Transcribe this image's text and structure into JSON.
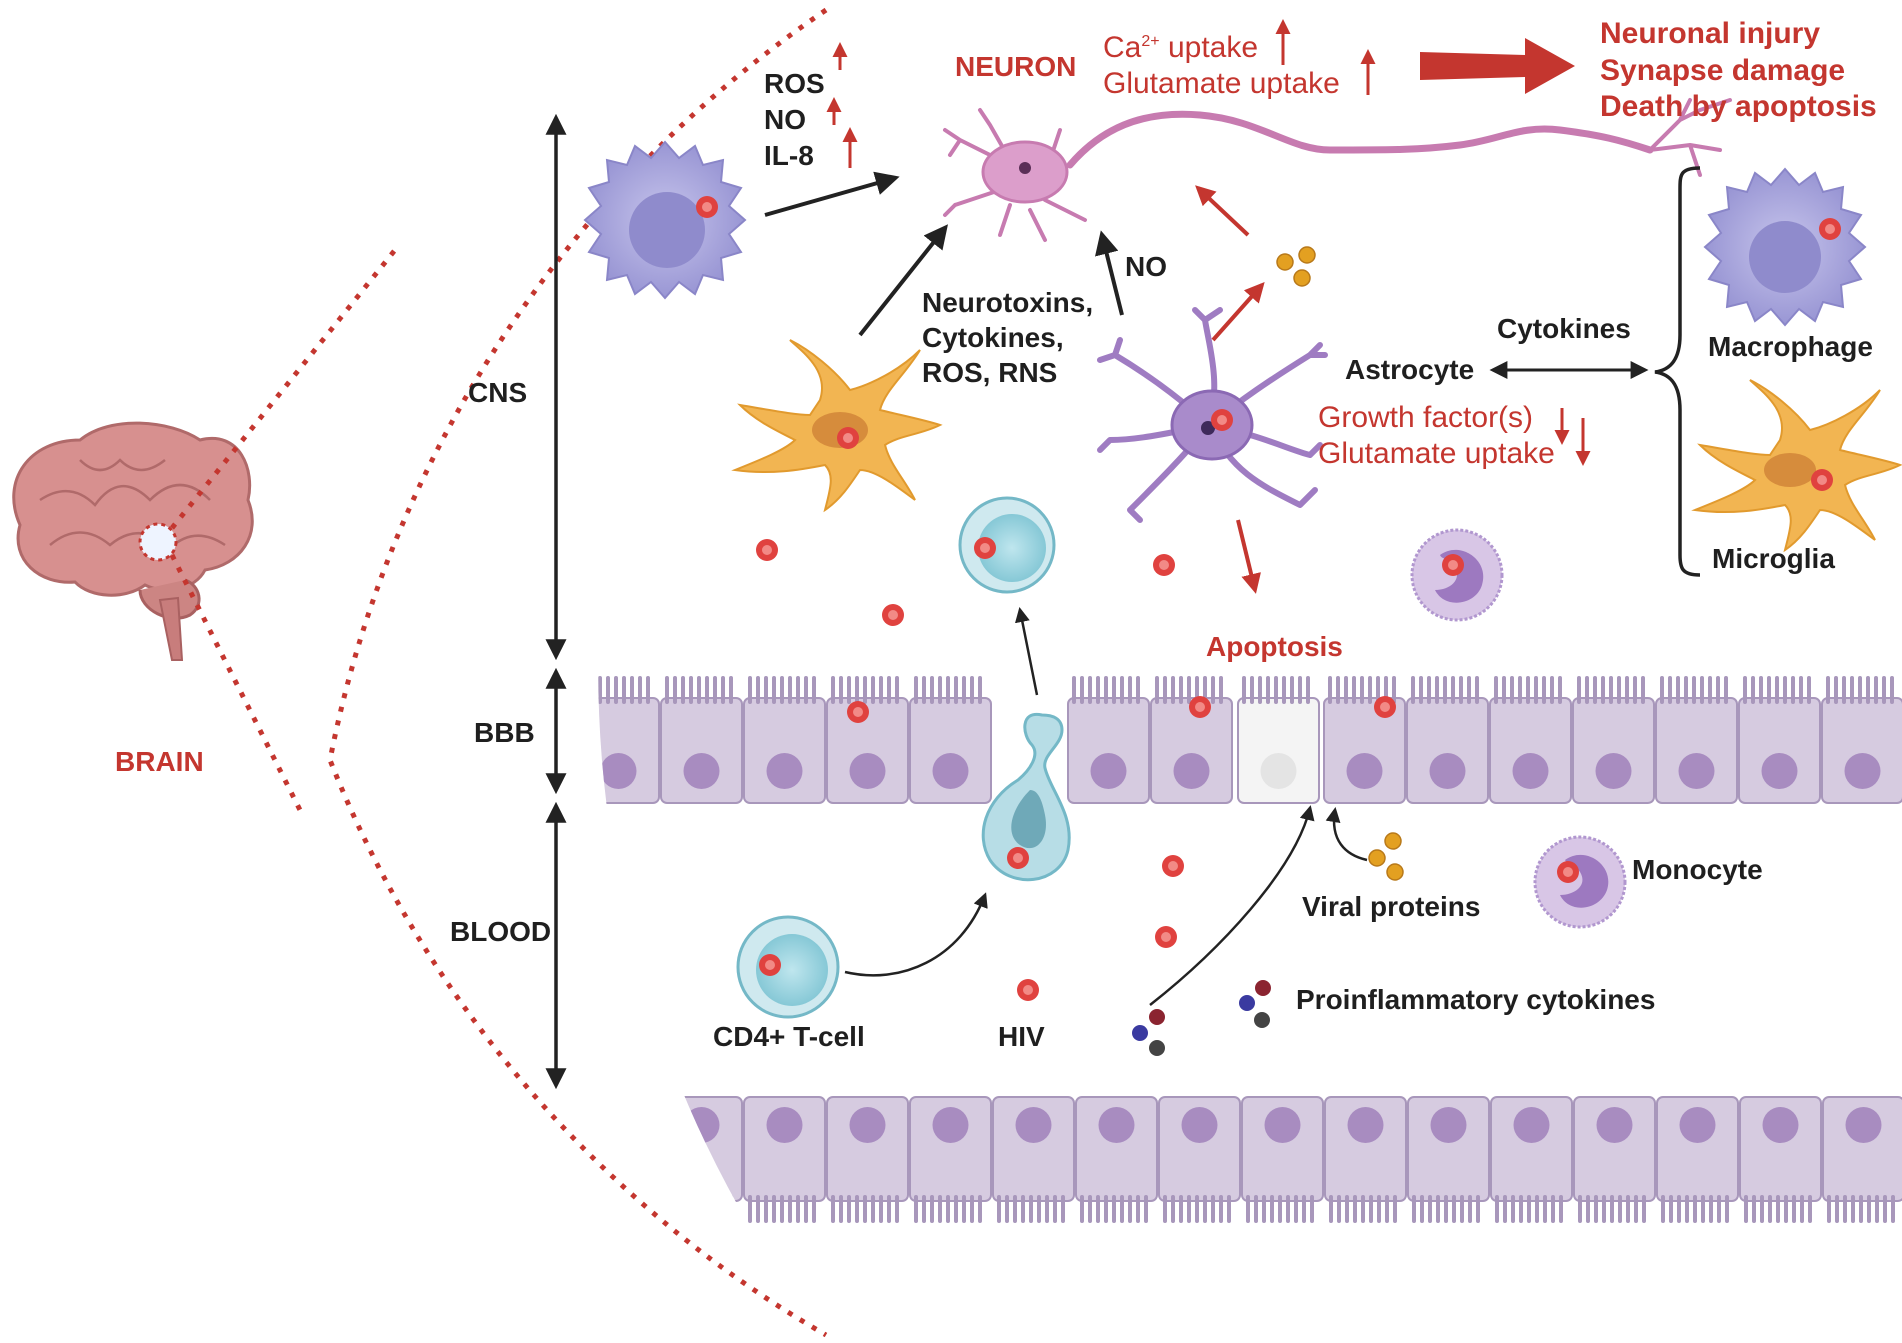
{
  "regions": {
    "brain": "BRAIN",
    "cns": "CNS",
    "bbb": "BBB",
    "blood": "BLOOD"
  },
  "neuron": {
    "label": "NEURON",
    "ca_prefix": "Ca",
    "ca_superscript": "2+",
    "ca_suffix": " uptake",
    "glutamate_uptake": "Glutamate uptake"
  },
  "outcomes": [
    "Neuronal injury",
    "Synapse damage",
    "Death by apoptosis"
  ],
  "macrophage_mediators": [
    "ROS",
    "NO",
    "IL-8"
  ],
  "microglia_mediators": [
    "Neurotoxins,",
    "Cytokines,",
    "ROS, RNS"
  ],
  "astrocyte": {
    "label": "Astrocyte",
    "no_label": "NO",
    "cytokines": "Cytokines",
    "growth_factors": "Growth factor(s)",
    "glutamate_uptake": "Glutamate uptake",
    "apoptosis": "Apoptosis"
  },
  "legend_cells": {
    "macrophage": "Macrophage",
    "microglia": "Microglia"
  },
  "blood_labels": {
    "cd4_tcell": "CD4+ T-cell",
    "hiv": "HIV",
    "viral_proteins": "Viral proteins",
    "monocyte": "Monocyte",
    "proinflammatory_cytokines": "Proinflammatory cytokines"
  },
  "colors": {
    "accent_red": "#c4362f",
    "text_dark": "#1f1f1f",
    "endothelium": "#d6cbe0",
    "nucleus": "#a88cc0",
    "macrophage": "#a9a6dc",
    "microglia": "#f2b552",
    "astrocyte": "#9f7cc2",
    "neuron": "#c77bb0",
    "tcell": "#8dd0dc",
    "monocyte": "#c8b2dc",
    "hiv": "#e0423f",
    "viral_protein": "#e3a021"
  }
}
